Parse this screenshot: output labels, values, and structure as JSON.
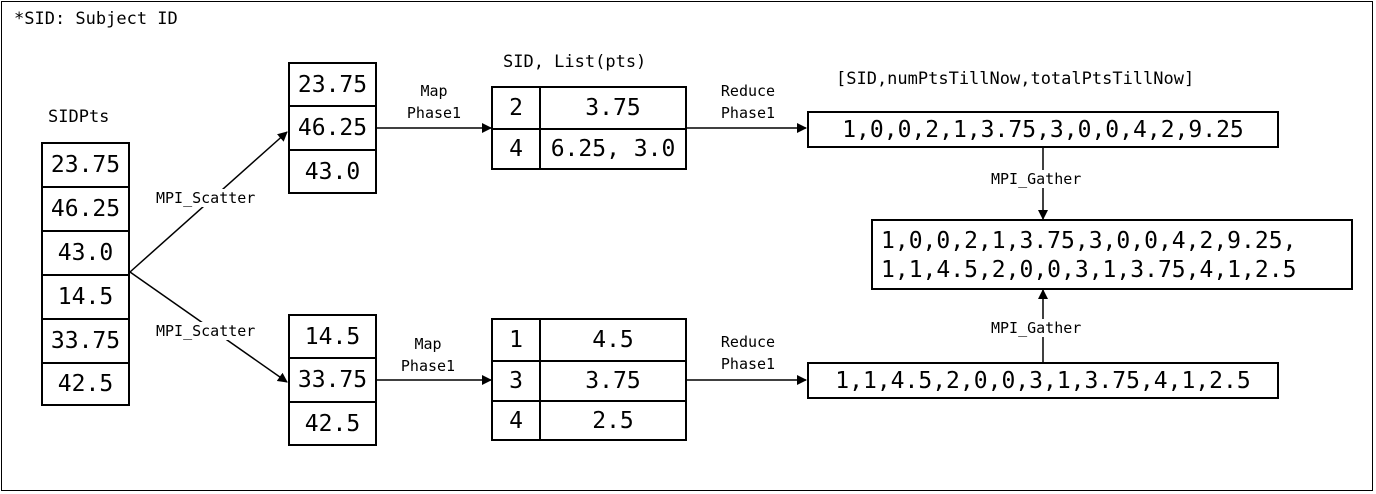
{
  "note": "*SID: Subject ID",
  "input_header": "SIDPts",
  "input_values": [
    "23.75",
    "46.25",
    "43.0",
    "14.5",
    "33.75",
    "42.5"
  ],
  "scatter_top_label": "MPI_Scatter",
  "scatter_bottom_label": "MPI_Scatter",
  "chunk_top": [
    "23.75",
    "46.25",
    "43.0"
  ],
  "chunk_bottom": [
    "14.5",
    "33.75",
    "42.5"
  ],
  "map_top_label": [
    "Map",
    "Phase1"
  ],
  "map_bottom_label": [
    "Map",
    "Phase1"
  ],
  "table_header": "SID, List(pts)",
  "table_top": [
    {
      "sid": "2",
      "pts": "3.75"
    },
    {
      "sid": "4",
      "pts": "6.25, 3.0"
    }
  ],
  "table_bottom": [
    {
      "sid": "1",
      "pts": "4.5"
    },
    {
      "sid": "3",
      "pts": "3.75"
    },
    {
      "sid": "4",
      "pts": "2.5"
    }
  ],
  "reduce_top_label": [
    "Reduce",
    "Phase1"
  ],
  "reduce_bottom_label": [
    "Reduce",
    "Phase1"
  ],
  "result_header": "[SID,numPtsTillNow,totalPtsTillNow]",
  "result_top": "1,0,0,2,1,3.75,3,0,0,4,2,9.25",
  "result_bottom": "1,1,4.5,2,0,0,3,1,3.75,4,1,2.5",
  "gather_top_label": "MPI_Gather",
  "gather_bottom_label": "MPI_Gather",
  "gathered": [
    "1,0,0,2,1,3.75,3,0,0,4,2,9.25,",
    "1,1,4.5,2,0,0,3,1,3.75,4,1,2.5"
  ]
}
